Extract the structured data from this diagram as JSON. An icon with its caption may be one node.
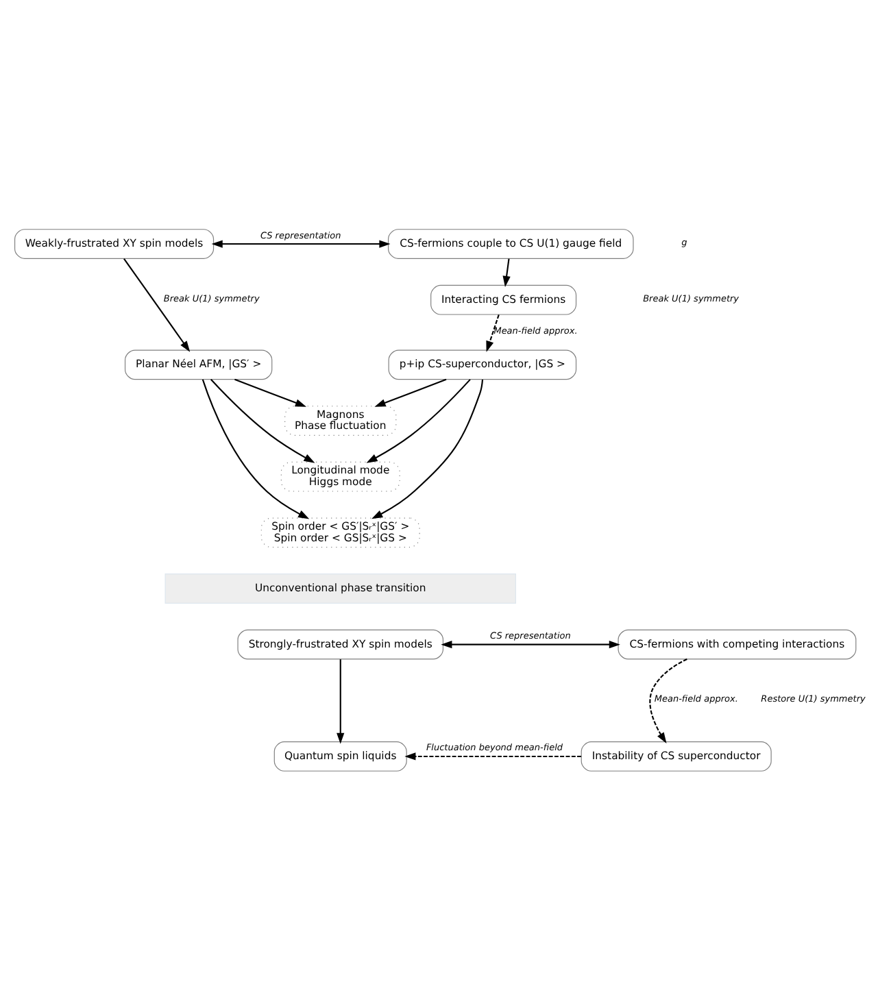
{
  "diagram": {
    "nodes": [
      {
        "text": [
          "Weakly-frustrated XY spin models"
        ]
      },
      {
        "text": [
          "CS-fermions couple to CS U(1) gauge field"
        ]
      },
      {
        "text": [
          "Interacting CS fermions"
        ]
      },
      {
        "text": [
          "Planar Néel AFM, |GS′ >"
        ]
      },
      {
        "text": [
          "p+ip CS-superconductor, |GS >"
        ]
      },
      {
        "text": [
          "Magnons",
          "Phase fluctuation"
        ]
      },
      {
        "text": [
          "Longitudinal mode",
          "Higgs mode"
        ]
      },
      {
        "text": [
          "Spin order < GS′|Sᵣˣ|GS′ >",
          "Spin order < GS|Sᵣˣ|GS >"
        ]
      },
      {
        "text": [
          "Unconventional phase transition"
        ]
      },
      {
        "text": [
          "Strongly-frustrated XY spin models"
        ]
      },
      {
        "text": [
          "CS-fermions with competing interactions"
        ]
      },
      {
        "text": [
          "Quantum spin liquids"
        ]
      },
      {
        "text": [
          "Instability of CS superconductor"
        ]
      }
    ],
    "edges": [
      {
        "from": 0,
        "to": 1,
        "arrow": "both",
        "label": "CS representation"
      },
      {
        "from": 0,
        "to": 3,
        "arrow": "to",
        "label": "Break U(1) symmetry"
      },
      {
        "from": 1,
        "to": 2,
        "arrow": "to"
      },
      {
        "from": 2,
        "to": 4,
        "arrow": "to",
        "style": "dashed",
        "label": "Mean-field approx."
      },
      {
        "from": 3,
        "to": 5,
        "arrow": "to"
      },
      {
        "from": 3,
        "to": 6,
        "arrow": "to"
      },
      {
        "from": 3,
        "to": 7,
        "arrow": "to"
      },
      {
        "from": 4,
        "to": 5,
        "arrow": "to"
      },
      {
        "from": 4,
        "to": 6,
        "arrow": "to"
      },
      {
        "from": 4,
        "to": 7,
        "arrow": "to"
      },
      {
        "from": 9,
        "to": 10,
        "arrow": "both",
        "label": "CS representation"
      },
      {
        "from": 9,
        "to": 11,
        "arrow": "to"
      },
      {
        "from": 10,
        "to": 12,
        "arrow": "to",
        "style": "dashed",
        "label": "Mean-field approx."
      },
      {
        "from": 12,
        "to": 11,
        "arrow": "to",
        "style": "dashed",
        "label": "Fluctuation beyond mean-field"
      }
    ],
    "labels": [
      "Break U(1) symmetry",
      "Restore U(1) symmetry",
      "g"
    ]
  }
}
